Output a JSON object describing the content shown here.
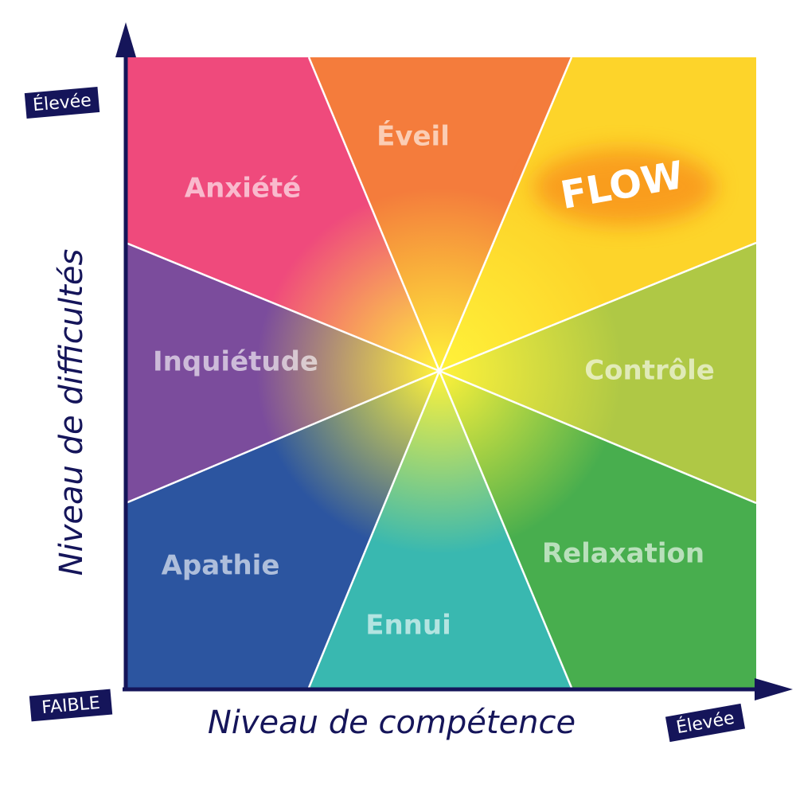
{
  "diagram": {
    "sectors": [
      {
        "id": "anxiete",
        "label": "Anxiété",
        "color": "#ef4a7c"
      },
      {
        "id": "eveil",
        "label": "Éveil",
        "color": "#f47c3c"
      },
      {
        "id": "flow",
        "label": "FLOW",
        "color": "#fdd42a"
      },
      {
        "id": "controle",
        "label": "Contrôle",
        "color": "#afc845"
      },
      {
        "id": "relaxation",
        "label": "Relaxation",
        "color": "#48ae4e"
      },
      {
        "id": "ennui",
        "label": "Ennui",
        "color": "#39b8b0"
      },
      {
        "id": "apathie",
        "label": "Apathie",
        "color": "#2c55a0"
      },
      {
        "id": "inquietude",
        "label": "Inquiétude",
        "color": "#7b4c9c"
      }
    ],
    "center_glow_color": "#fff23a",
    "axis_color": "#15155a"
  },
  "axes": {
    "y_title": "Niveau de difficultés",
    "x_title": "Niveau de compétence",
    "y_high": "Élevée",
    "x_high": "Élevée",
    "origin": "FAIBLE"
  }
}
